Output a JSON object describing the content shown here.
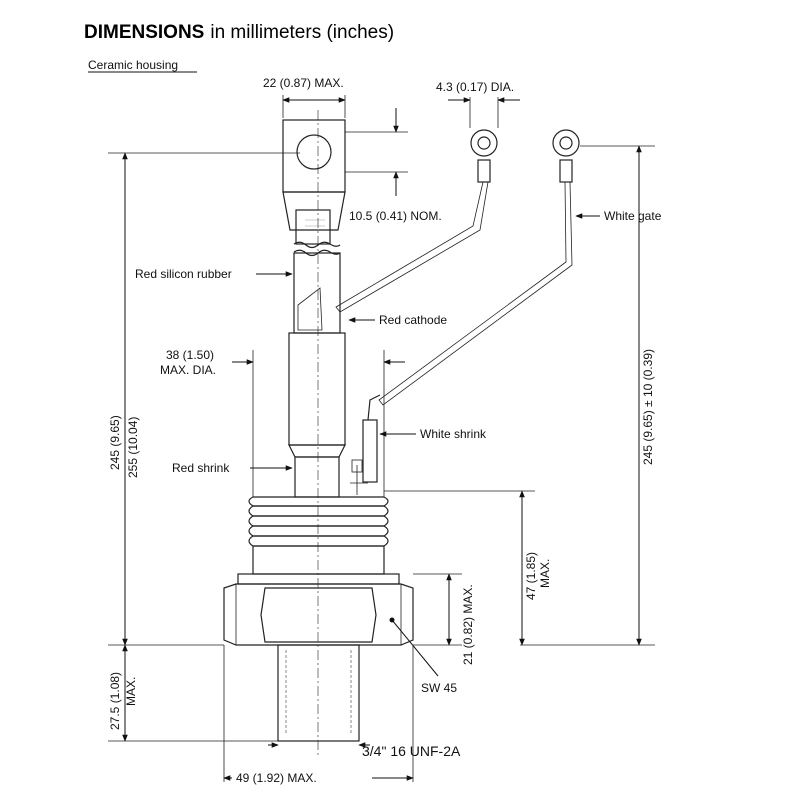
{
  "title": {
    "bold": "DIMENSIONS",
    "regular": "in millimeters (inches)"
  },
  "subtitle": "Ceramic housing",
  "labels": {
    "top_width": "22 (0.87) MAX.",
    "terminal_dia": "4.3 (0.17) DIA.",
    "nom": "10.5 (0.41) NOM.",
    "white_gate": "White gate",
    "red_silicon_rubber": "Red silicon rubber",
    "red_cathode": "Red cathode",
    "max_dia_1": "38 (1.50)",
    "max_dia_2": "MAX. DIA.",
    "white_shrink": "White shrink",
    "red_shrink": "Red shrink",
    "left_height_1": "245 (9.65)",
    "left_height_2": "255 (10.04)",
    "right_height": "245 (9.65) ± 10 (0.39)",
    "h47_1": "47 (1.85)",
    "h47_2": "MAX.",
    "h21": "21 (0.82) MAX.",
    "sw": "SW 45",
    "thread_len_1": "27.5 (1.08)",
    "thread_len_2": "MAX.",
    "thread": "3/4\" 16 UNF-2A",
    "bottom_width": "49 (1.92) MAX."
  },
  "colors": {
    "line": "#111111",
    "body_fill": "#6b6b6b",
    "hex_fill": "#a8a8a8",
    "thread_fill": "#b5b5b5"
  }
}
